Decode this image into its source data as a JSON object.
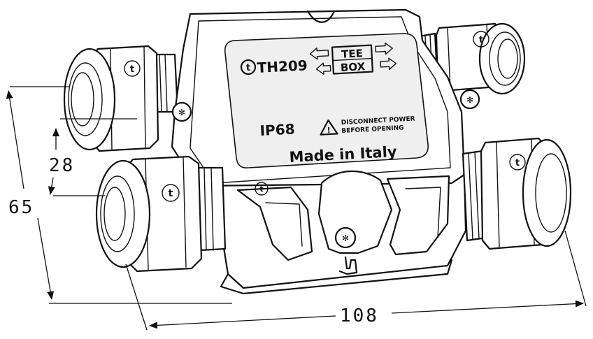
{
  "product": {
    "brand_mark": "t",
    "model": "TH209",
    "badge_top": "TEE",
    "badge_bottom": "BOX",
    "rating": "IP68",
    "warning_line1": "DISCONNECT POWER",
    "warning_line2": "BEFORE OPENING",
    "warning_symbol": "!",
    "origin": "Made in Italy"
  },
  "dimensions": {
    "gland_spacing": "28",
    "height": "65",
    "length": "108"
  }
}
